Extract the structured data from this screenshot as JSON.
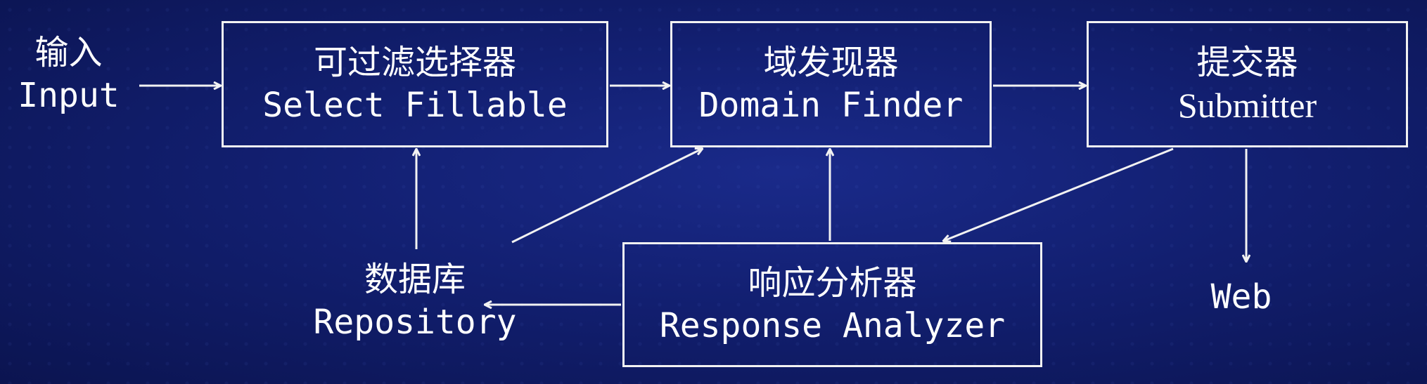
{
  "diagram": {
    "input": {
      "zh": "输入",
      "en": "Input"
    },
    "select_fillable": {
      "zh": "可过滤选择器",
      "en": "Select Fillable"
    },
    "domain_finder": {
      "zh": "域发现器",
      "en": "Domain Finder"
    },
    "submitter": {
      "zh": "提交器",
      "en": "Submitter"
    },
    "repository": {
      "zh": "数据库",
      "en": "Repository"
    },
    "response_analyzer": {
      "zh": "响应分析器",
      "en": "Response Analyzer"
    },
    "web": {
      "en": "Web"
    }
  },
  "colors": {
    "background": "#121f70",
    "line": "#f2f2f2",
    "text": "#ffffff"
  }
}
